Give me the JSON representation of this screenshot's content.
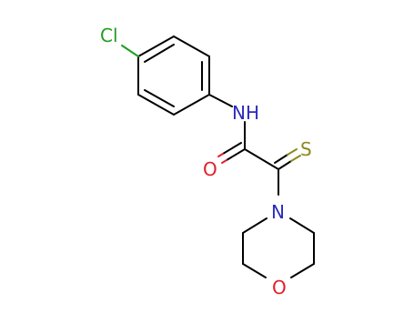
{
  "molecule": {
    "atoms": {
      "chlorine": {
        "label": "Cl",
        "color": "#1f9e1f"
      },
      "amide_nitrogen": {
        "label": "NH",
        "color": "#2b2bbd"
      },
      "carbonyl_oxygen": {
        "label": "O",
        "color": "#e0202a"
      },
      "thione_sulfur": {
        "label": "S",
        "color": "#8a8a1a"
      },
      "morpholine_nitrogen": {
        "label": "N",
        "color": "#2b2bbd"
      },
      "morpholine_oxygen": {
        "label": "O",
        "color": "#e0202a"
      }
    },
    "bond_color": "#000000"
  }
}
